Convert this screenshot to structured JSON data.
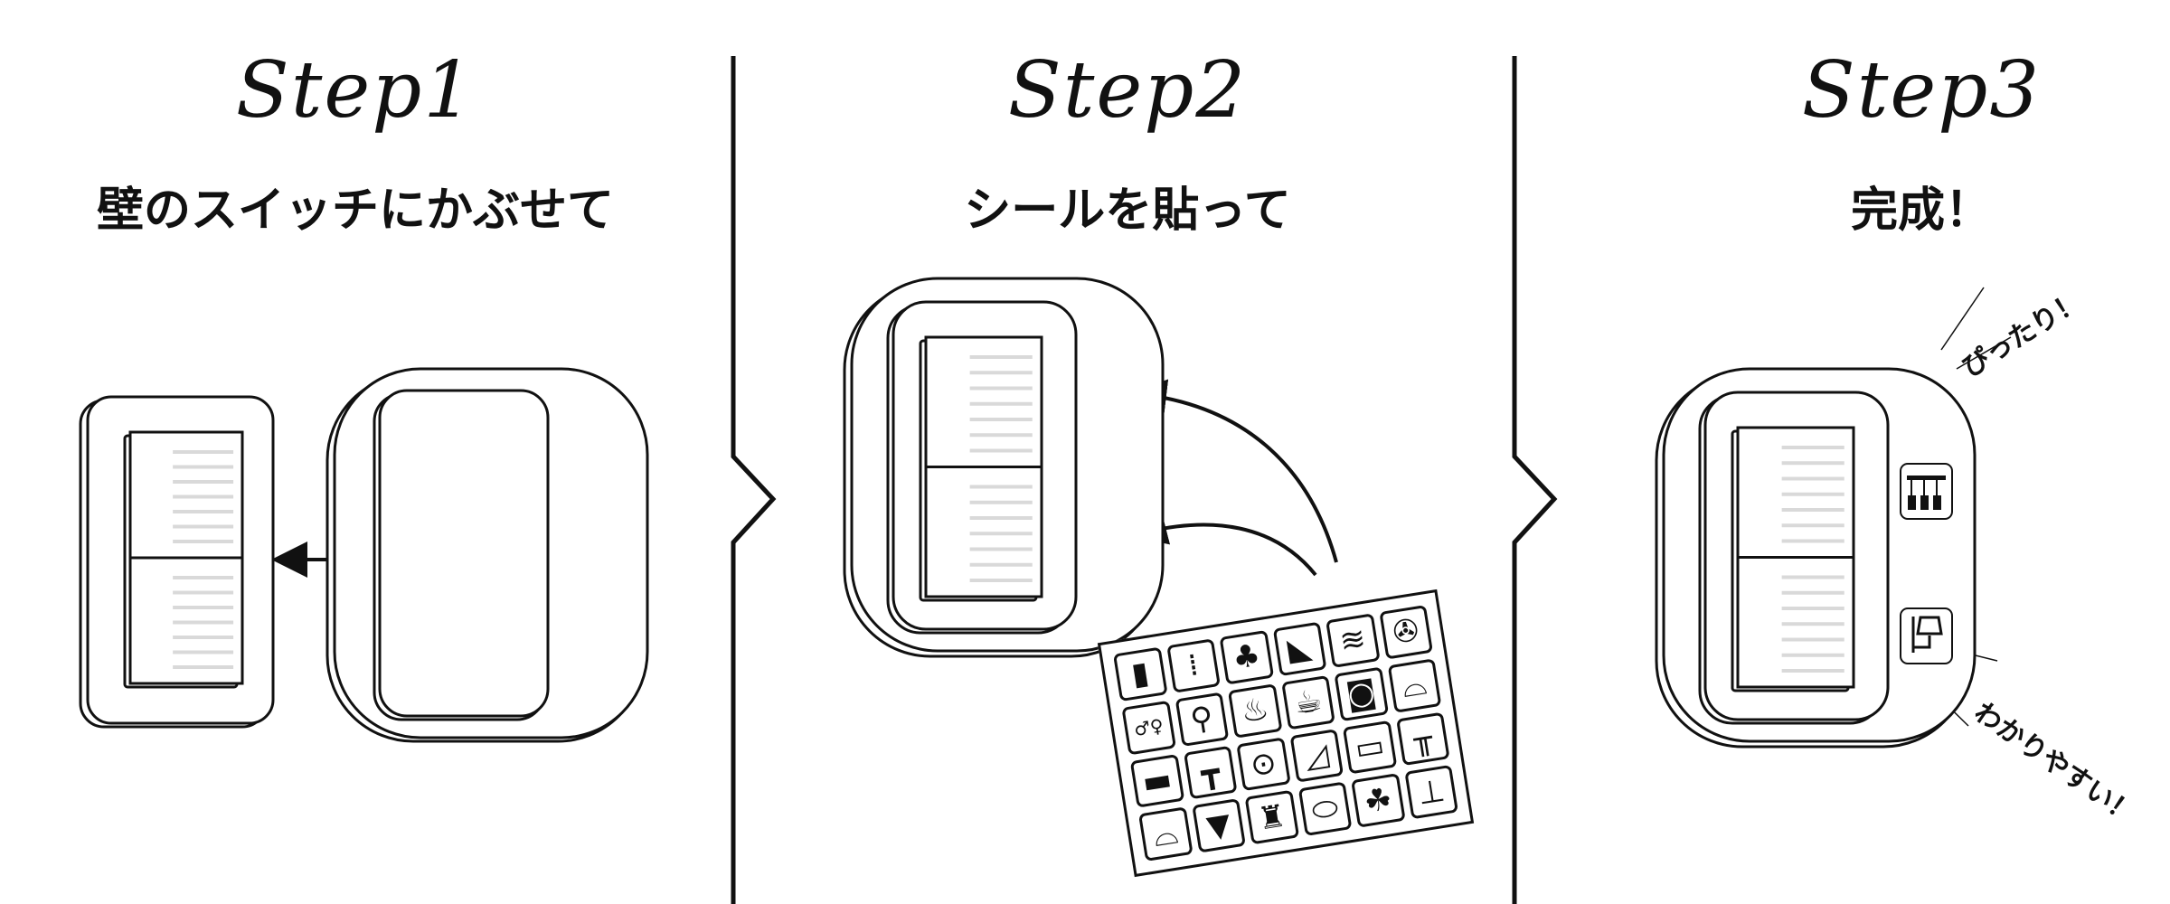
{
  "steps": [
    {
      "title": "Step1",
      "subtitle": "壁のスイッチにかぶせて"
    },
    {
      "title": "Step2",
      "subtitle": "シールを貼って"
    },
    {
      "title": "Step3",
      "subtitle": "完成！"
    }
  ],
  "callouts": {
    "top": "ぴったり！",
    "bottom": "わかりやすい！"
  },
  "sticker_sheet": {
    "icons": [
      {
        "name": "door",
        "glyph": "▮"
      },
      {
        "name": "footprints",
        "glyph": "⁞"
      },
      {
        "name": "tree-flower",
        "glyph": "♣"
      },
      {
        "name": "curtain",
        "glyph": "◣"
      },
      {
        "name": "wind",
        "glyph": "≋"
      },
      {
        "name": "fan",
        "glyph": "✇"
      },
      {
        "name": "toilet-sign",
        "glyph": "♂♀"
      },
      {
        "name": "toilet",
        "glyph": "⚲"
      },
      {
        "name": "bath",
        "glyph": "♨"
      },
      {
        "name": "pot",
        "glyph": "☕"
      },
      {
        "name": "washing-machine",
        "glyph": "◙"
      },
      {
        "name": "sink",
        "glyph": "⌓"
      },
      {
        "name": "sofa",
        "glyph": "▬"
      },
      {
        "name": "table",
        "glyph": "┳"
      },
      {
        "name": "dining",
        "glyph": "⊙"
      },
      {
        "name": "stairs",
        "glyph": "◿"
      },
      {
        "name": "bed",
        "glyph": "▭"
      },
      {
        "name": "pendant-lights",
        "glyph": "╥"
      },
      {
        "name": "pendant-lamp",
        "glyph": "⌓"
      },
      {
        "name": "spotlight",
        "glyph": "▼"
      },
      {
        "name": "floor-lamp",
        "glyph": "♜"
      },
      {
        "name": "ceiling-light",
        "glyph": "⬭"
      },
      {
        "name": "chandelier",
        "glyph": "☘"
      },
      {
        "name": "wall-lamp",
        "glyph": "⊥"
      }
    ]
  },
  "colors": {
    "ink": "#111111",
    "switch_lines": "#d9d9d9"
  }
}
